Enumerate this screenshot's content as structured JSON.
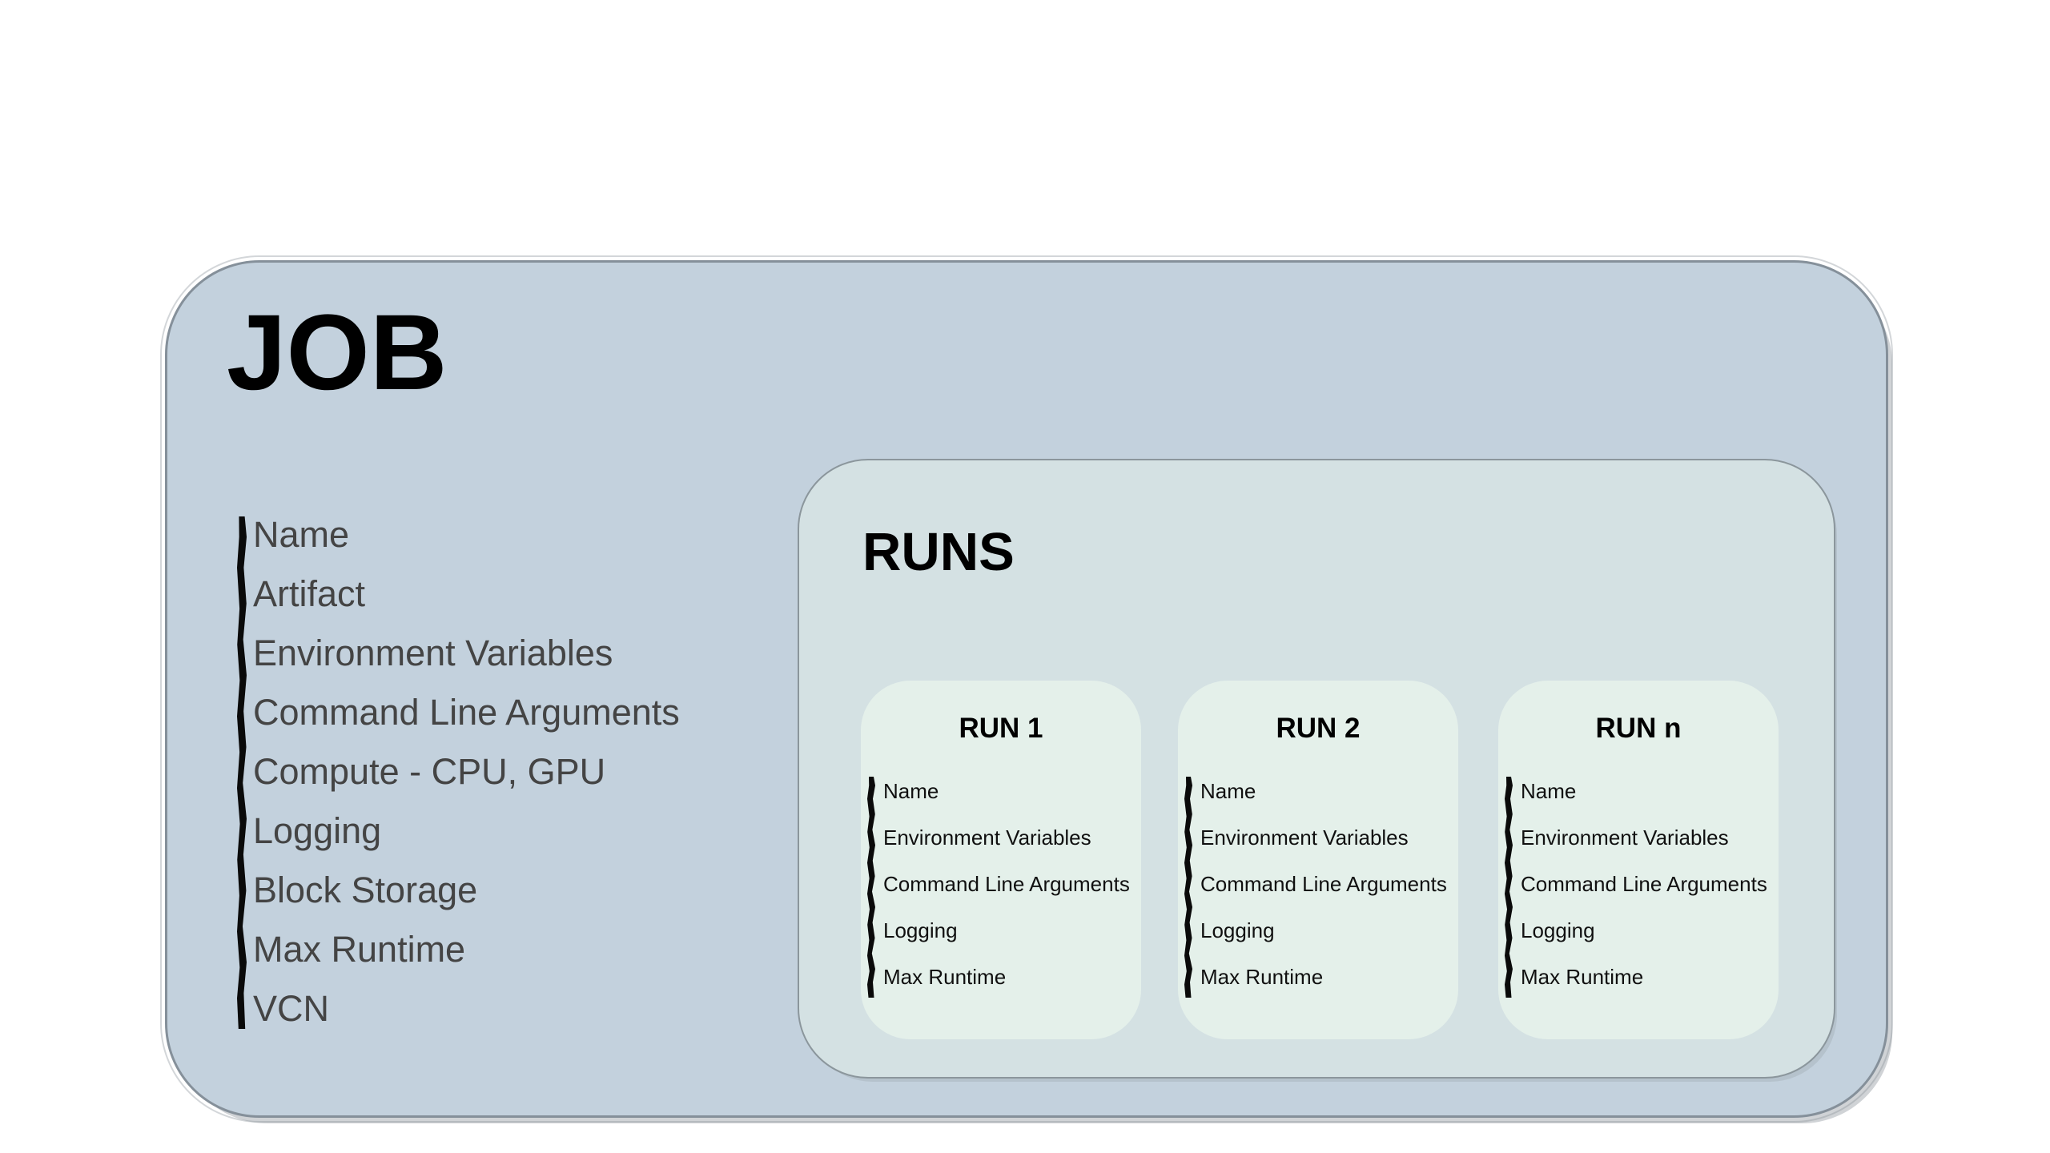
{
  "job": {
    "title": "JOB",
    "items": [
      "Name",
      "Artifact",
      "Environment Variables",
      "Command Line Arguments",
      "Compute - CPU, GPU",
      "Logging",
      "Block Storage",
      "Max Runtime",
      "VCN"
    ],
    "colors": {
      "fill": "#c3d1dd",
      "border": "#85909a",
      "text": "#444444",
      "title": "#000000"
    }
  },
  "runs": {
    "title": "RUNS",
    "colors": {
      "fill": "#d4e1e3",
      "border": "#8b969c",
      "card_fill": "#e4f0ea",
      "card_text": "#101010",
      "card_title": "#000000"
    },
    "cards": [
      {
        "title": "RUN 1",
        "items": [
          "Name",
          "Environment Variables",
          "Command Line Arguments",
          "Logging",
          "Max Runtime"
        ]
      },
      {
        "title": "RUN 2",
        "items": [
          "Name",
          "Environment Variables",
          "Command Line Arguments",
          "Logging",
          "Max Runtime"
        ]
      },
      {
        "title": "RUN n",
        "items": [
          "Name",
          "Environment Variables",
          "Command Line Arguments",
          "Logging",
          "Max Runtime"
        ]
      }
    ]
  }
}
